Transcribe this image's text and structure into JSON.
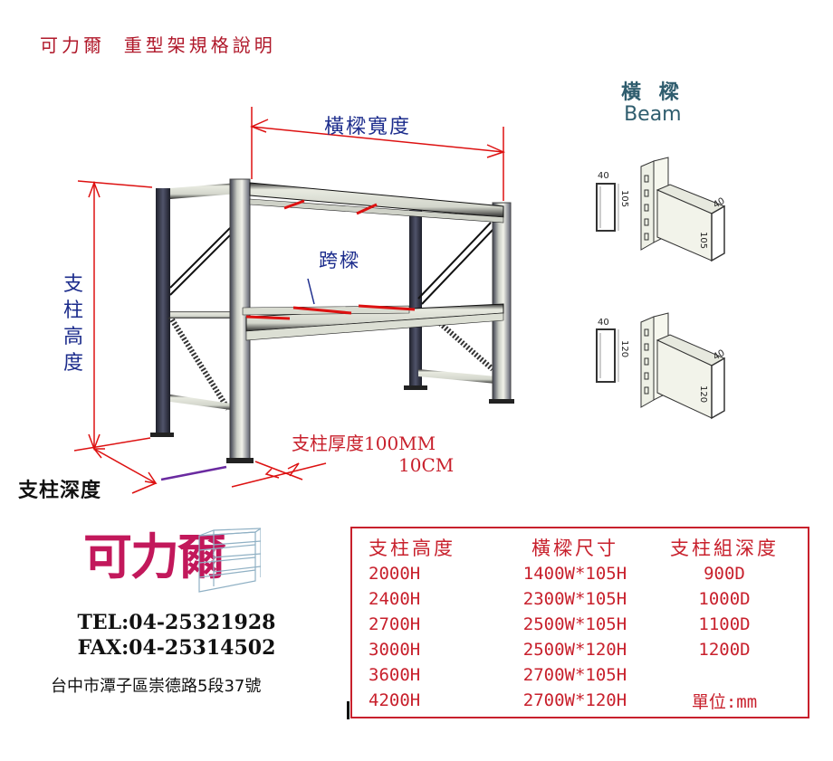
{
  "title": "可力爾  重型架規格說明",
  "rack_diagram": {
    "labels": {
      "upright_height": "支柱高度",
      "beam_width": "橫樑寬度",
      "cross_beam": "跨樑",
      "upright_thickness": "支柱厚度100MM",
      "upright_thickness_cm": "10CM",
      "upright_depth": "支柱深度"
    }
  },
  "beam_panel": {
    "title_zh": "橫 樑",
    "title_en": "Beam",
    "profiles": [
      {
        "width": "40",
        "height": "105",
        "iso_width": "40",
        "iso_height": "105"
      },
      {
        "width": "40",
        "height": "120",
        "iso_width": "40",
        "iso_height": "120"
      }
    ]
  },
  "company": {
    "logo_text": "可力爾",
    "tel": "TEL:04-25321928",
    "fax": "FAX:04-25314502",
    "address": "台中市潭子區崇德路5段37號"
  },
  "spec_table": {
    "headers": [
      "支柱高度",
      "橫樑尺寸",
      "支柱組深度"
    ],
    "rows": [
      [
        "2000H",
        "1400W*105H",
        "900D"
      ],
      [
        "2400H",
        "2300W*105H",
        "1000D"
      ],
      [
        "2700H",
        "2500W*105H",
        "1100D"
      ],
      [
        "3000H",
        "2500W*120H",
        "1200D"
      ],
      [
        "3600H",
        "2700W*105H",
        ""
      ],
      [
        "4200H",
        "2700W*120H",
        "單位:mm"
      ]
    ]
  },
  "colors": {
    "accent_red": "#c8202c",
    "label_blue": "#1c2c8c",
    "logo_magenta": "#c2185b",
    "beam_teal": "#2f5d6e"
  }
}
